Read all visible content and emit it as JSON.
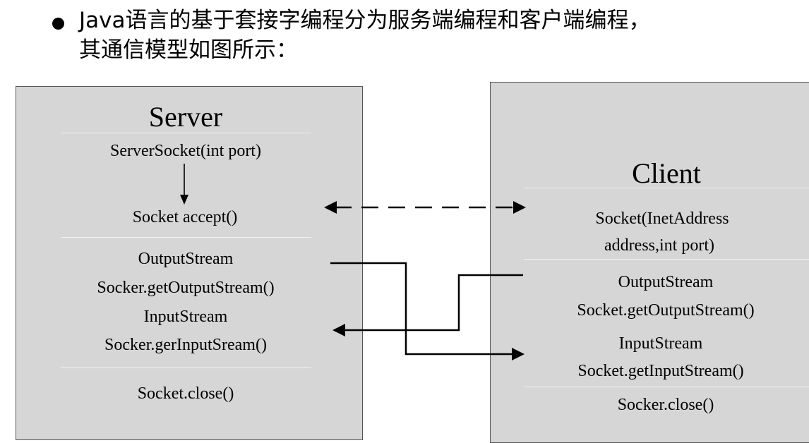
{
  "heading": {
    "line1": "Java语言的基于套接字编程分为服务端编程和客户端编程，",
    "line2": "其通信模型如图所示："
  },
  "server": {
    "title": "Server",
    "server_socket": "ServerSocket(int port)",
    "accept": "Socket accept()",
    "output_stream_type": "OutputStream",
    "output_stream_call": "Socker.getOutputStream()",
    "input_stream_type": "InputStream",
    "input_stream_call": "Socker.gerInputSream()",
    "close": "Socket.close()"
  },
  "client": {
    "title": "Client",
    "socket_line1": "Socket(InetAddress",
    "socket_line2": "address,int port)",
    "output_stream_type": "OutputStream",
    "output_stream_call": "Socket.getOutputStream()",
    "input_stream_type": "InputStream",
    "input_stream_call": "Socket.getInputStream()",
    "close": "Socker.close()"
  },
  "colors": {
    "panel_fill": "#d6d6d6",
    "line": "#000000",
    "separator": "#f2f2f2"
  }
}
